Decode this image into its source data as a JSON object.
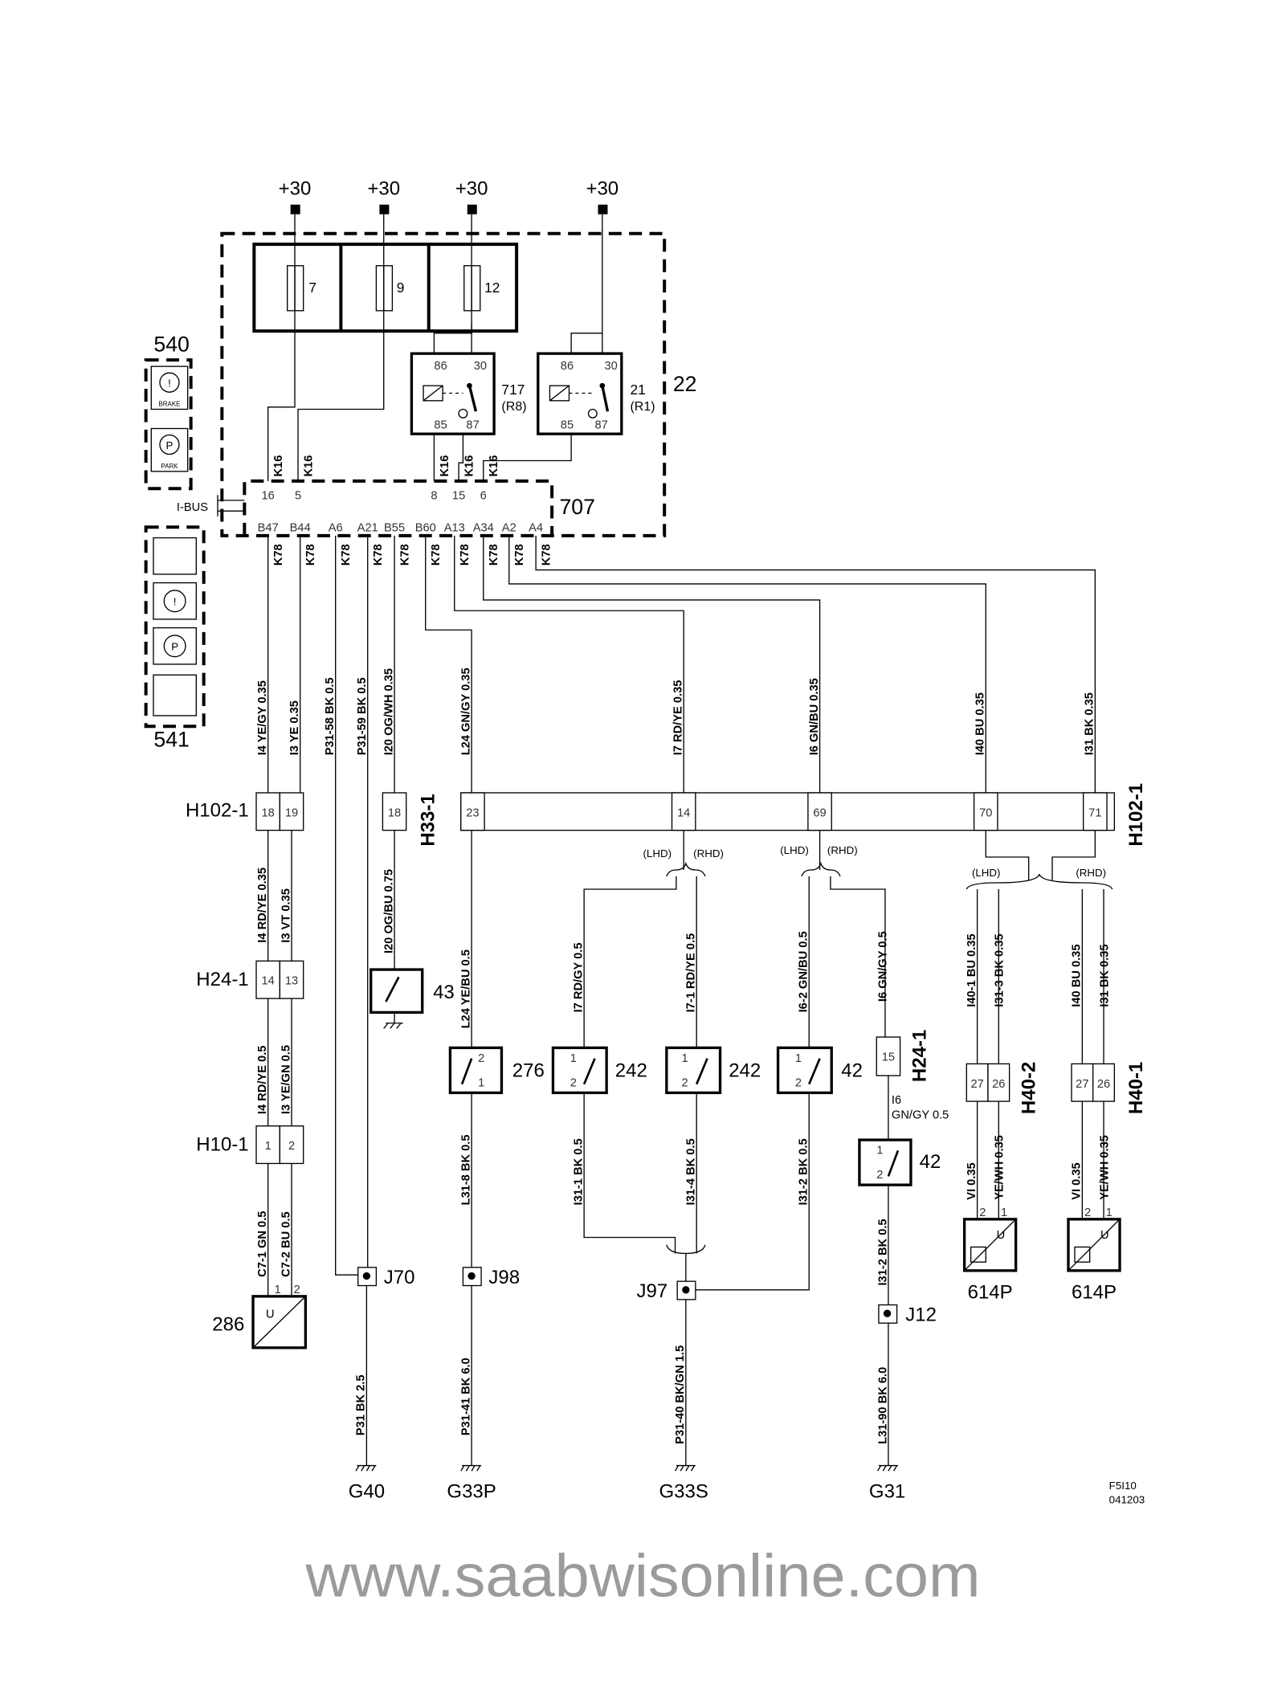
{
  "watermark": "www.saabwisonline.com",
  "supply": [
    "+30",
    "+30",
    "+30",
    "+30"
  ],
  "fuses": [
    "7",
    "9",
    "12"
  ],
  "relays": [
    {
      "id": "717",
      "alt": "(R8)",
      "pins": [
        "86",
        "30",
        "85",
        "87"
      ]
    },
    {
      "id": "21",
      "alt": "(R1)",
      "pins": [
        "86",
        "30",
        "85",
        "87"
      ]
    }
  ],
  "fusebox_id": "22",
  "module": {
    "id": "707",
    "top_wire": "K16",
    "top_pins": [
      "16",
      "5",
      "8",
      "15",
      "6"
    ],
    "bottom_wire": "K78",
    "bottom_pins": [
      "B47",
      "B44",
      "A6",
      "A21",
      "B55",
      "B60",
      "A13",
      "A34",
      "A2",
      "A4"
    ],
    "bus": "I-BUS"
  },
  "instruments": {
    "upper_id": "540",
    "lower_id": "541",
    "brake": "BRAKE",
    "park": "PARK",
    "p": "P",
    "warn": "!"
  },
  "wires_upper": [
    "I4 YE/GY 0.35",
    "I3 YE 0.35",
    "P31-58 BK 0.5",
    "P31-59 BK 0.5",
    "I20 OG/WH 0.35",
    "L24 GN/GY 0.35",
    "I7 RD/YE 0.35",
    "I6 GN/BU 0.35",
    "I40 BU 0.35",
    "I31 BK 0.35"
  ],
  "h102": {
    "left_id": "H102-1",
    "right_id": "H102-1",
    "h33": "H33-1",
    "pins": [
      "18",
      "19",
      "18",
      "23",
      "14",
      "69",
      "70",
      "71"
    ]
  },
  "variants": {
    "lhd": "(LHD)",
    "rhd": "(RHD)"
  },
  "wires_mid": [
    "I4 RD/YE 0.35",
    "I3 VT 0.35",
    "I20 OG/BU 0.75",
    "L24 YE/BU 0.5",
    "I7 RD/GY 0.5",
    "I7-1 RD/YE 0.5",
    "I6-2 GN/BU 0.5",
    "I6 GN/GY 0.5",
    "I40-1 BU 0.35",
    "I31-3 BK 0.35",
    "I40 BU 0.35",
    "I31 BK 0.35"
  ],
  "h24": {
    "id": "H24-1",
    "pins": [
      "14",
      "13"
    ],
    "right_pin": "15",
    "right_id": "H24-1"
  },
  "wires_h24": [
    "I4 RD/YE 0.5",
    "I3 YE/GN 0.5"
  ],
  "h10": {
    "id": "H10-1",
    "pins": [
      "1",
      "2"
    ]
  },
  "wires_h10": [
    "C7-1 GN 0.5",
    "C7-2 BU 0.5"
  ],
  "sensor_286": {
    "id": "286",
    "u": "U",
    "pins": [
      "1",
      "2"
    ]
  },
  "switches": {
    "s43": "43",
    "s276": "276",
    "s242a": "242",
    "s242b": "242",
    "s42a": "42",
    "s42b": "42",
    "p1": "1",
    "p2": "2"
  },
  "right_wire": {
    "name": "I6",
    "spec": "GN/GY  0.5"
  },
  "wires_low": [
    "L31-8 BK 0.5",
    "I31-1 BK 0.5",
    "I31-4 BK 0.5",
    "I31-2 BK 0.5",
    "I31-2 BK 0.5"
  ],
  "h40": {
    "left_id": "H40-2",
    "right_id": "H40-1",
    "pins": [
      "27",
      "26"
    ]
  },
  "wires_h40": [
    "VI 0.35",
    "YE/WH 0.35",
    "VI 0.35",
    "YE/WH 0.35"
  ],
  "p614": {
    "id": "614P",
    "u": "U",
    "pins": [
      "2",
      "1"
    ]
  },
  "splices": [
    "J70",
    "J98",
    "J97",
    "J12"
  ],
  "wires_ground": [
    "P31 BK 2.5",
    "P31-41 BK 6.0",
    "P31-40 BK/GN 1.5",
    "L31-90 BK 6.0"
  ],
  "grounds": [
    "G40",
    "G33P",
    "G33S",
    "G31"
  ],
  "figure_code": [
    "F5I10",
    "041203"
  ]
}
